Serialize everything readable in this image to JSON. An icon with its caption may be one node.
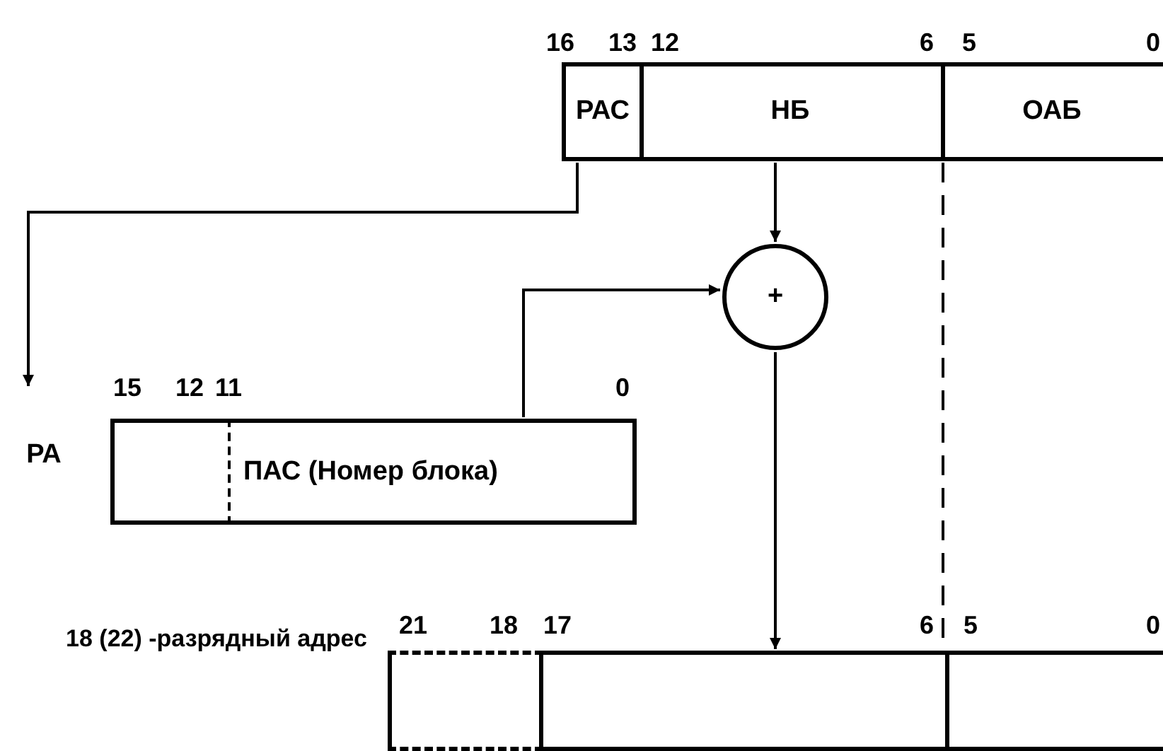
{
  "diagram": {
    "nodes": [
      {
        "text": [
          "РАС"
        ]
      },
      {
        "text": [
          "НБ"
        ]
      },
      {
        "text": [
          "ОАБ"
        ]
      },
      {
        "text": [
          "+"
        ]
      },
      {
        "text": [
          "РА"
        ]
      },
      {
        "text": [],
        "shape": "box"
      },
      {
        "text": [
          "ПАС (Номер блока)"
        ]
      },
      {
        "text": [],
        "shape": "box"
      },
      {
        "text": [],
        "shape": "box"
      },
      {
        "text": [],
        "shape": "box"
      }
    ],
    "edges": [
      {
        "from": 0,
        "to": 4,
        "arrow": "to"
      },
      {
        "from": 1,
        "to": 3,
        "arrow": "to"
      },
      {
        "from": 6,
        "to": 3,
        "arrow": "to"
      },
      {
        "from": 3,
        "to": 8,
        "arrow": "to"
      },
      {
        "from": 2,
        "to": 9,
        "arrow": "none",
        "style": "dashed"
      }
    ],
    "labels": [
      "16",
      "13",
      "12",
      "6",
      "5",
      "0",
      "15",
      "12",
      "11",
      "0",
      "21",
      "18",
      "17",
      "6",
      "5",
      "0",
      "18 (22) -разрядный адрес"
    ]
  }
}
